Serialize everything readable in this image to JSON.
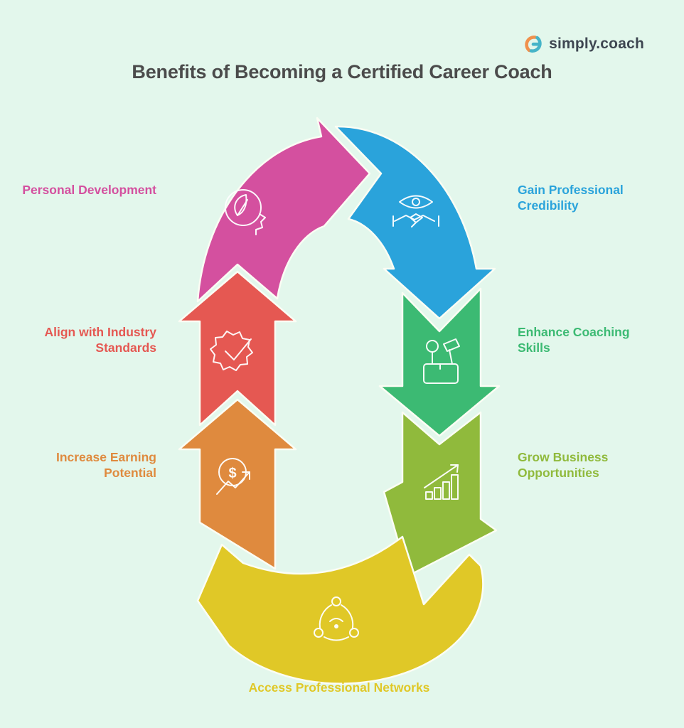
{
  "background": "#e3f7ec",
  "logo": {
    "text": "simply.coach",
    "text_color": "#3e4651",
    "icon_orange": "#f0914d",
    "icon_teal": "#46b4c8"
  },
  "title": {
    "text": "Benefits of Becoming a Certified Career Coach",
    "color": "#4b4b4b"
  },
  "diagram": {
    "type": "cycle",
    "flow": "clockwise",
    "segments": [
      {
        "id": "personal-development",
        "label": "Personal Development",
        "color": "#d4509f",
        "icon": "head-leaf-icon",
        "position": "top-left"
      },
      {
        "id": "gain-professional-credibility",
        "label": "Gain Professional Credibility",
        "color": "#2aa3db",
        "icon": "eye-handshake-icon",
        "position": "top-right"
      },
      {
        "id": "enhance-coaching-skills",
        "label": "Enhance Coaching Skills",
        "color": "#3cba73",
        "icon": "tools-icon",
        "position": "right-upper"
      },
      {
        "id": "grow-business-opportunities",
        "label": "Grow Business Opportunities",
        "color": "#90ba3c",
        "icon": "growth-chart-icon",
        "position": "right-lower"
      },
      {
        "id": "access-professional-networks",
        "label": "Access Professional Networks",
        "color": "#e0c827",
        "icon": "network-icon",
        "position": "bottom"
      },
      {
        "id": "increase-earning-potential",
        "label": "Increase Earning Potential",
        "color": "#df8a3e",
        "icon": "dollar-arrow-icon",
        "position": "left-lower"
      },
      {
        "id": "align-with-industry-standards",
        "label": "Align with Industry Standards",
        "color": "#e55852",
        "icon": "badge-check-icon",
        "position": "left-upper"
      }
    ]
  }
}
